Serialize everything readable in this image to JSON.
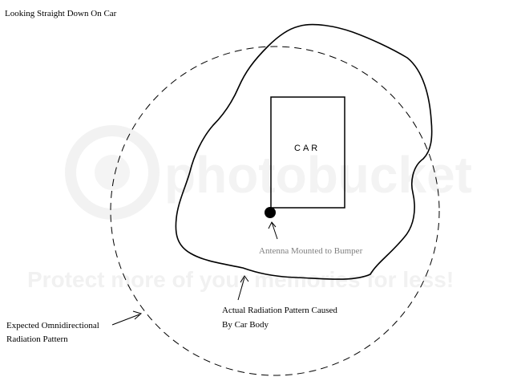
{
  "title": "Looking Straight Down On Car",
  "car": {
    "label": "CAR"
  },
  "antenna": {
    "label": "Antenna Mounted to Bumper"
  },
  "actual_pattern": {
    "label_line1": "Actual Radiation Pattern Caused",
    "label_line2": "By Car Body"
  },
  "expected_pattern": {
    "label_line1": "Expected Omnidirectional",
    "label_line2": "Radiation Pattern"
  },
  "watermark": {
    "logo_text": "photobucket",
    "tagline": "Protect more of your memories for less!"
  },
  "colors": {
    "ink": "#000000",
    "antenna_label": "#808080",
    "watermark": "#f1f1f1"
  }
}
